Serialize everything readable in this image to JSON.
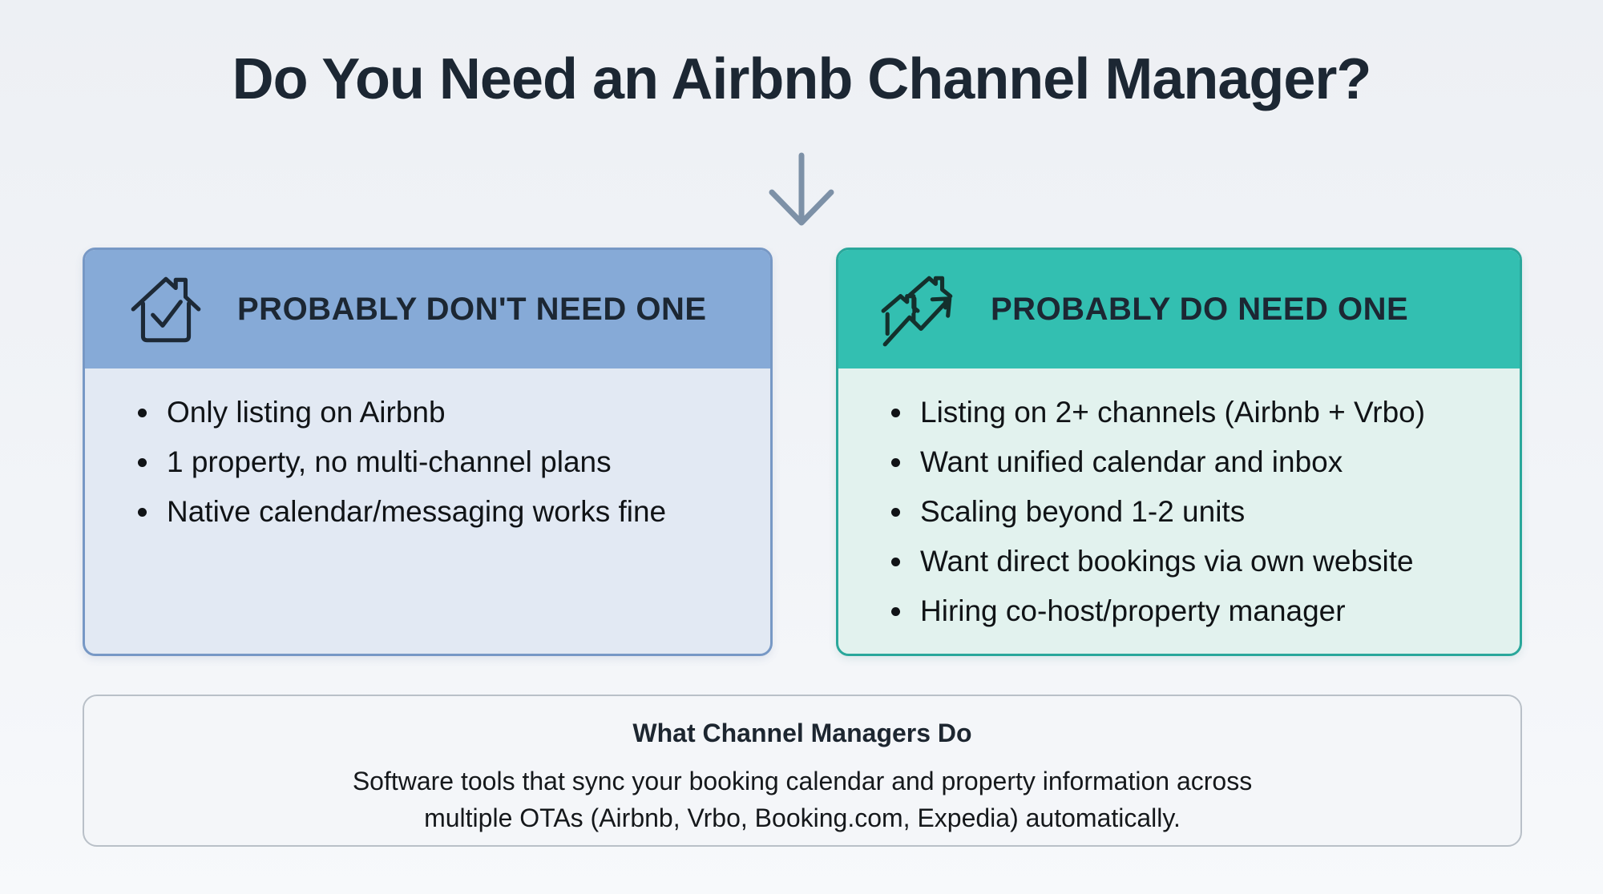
{
  "page": {
    "title": "Do You Need an Airbnb Channel Manager?",
    "background_color": "#eef1f5",
    "arrow_color": "#7d91a7",
    "title_color": "#1c2733"
  },
  "cards": {
    "dont_need": {
      "title": "PROBABLY DON'T NEED ONE",
      "icon": "house-check-icon",
      "items": [
        "Only listing on Airbnb",
        "1 property, no multi-channel plans",
        "Native calendar/messaging works fine"
      ],
      "colors": {
        "header": "#86aad7",
        "body": "#e2e9f3",
        "border": "#7798c5"
      }
    },
    "do_need": {
      "title": "PROBABLY DO NEED ONE",
      "icon": "houses-growth-icon",
      "items": [
        "Listing on 2+ channels (Airbnb + Vrbo)",
        "Want unified calendar and inbox",
        "Scaling beyond 1-2 units",
        "Want direct bookings via own website",
        "Hiring co-host/property manager"
      ],
      "colors": {
        "header": "#33bfb1",
        "body": "#e2f2ee",
        "border": "#2aa79b"
      }
    }
  },
  "footer": {
    "title": "What Channel Managers Do",
    "description_line1": "Software tools that sync your booking calendar and property information across",
    "description_line2": "multiple OTAs (Airbnb, Vrbo, Booking.com, Expedia) automatically."
  }
}
